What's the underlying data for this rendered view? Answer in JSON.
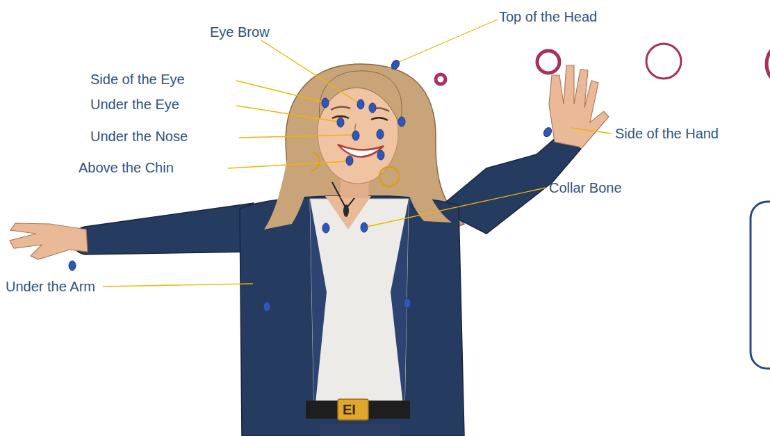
{
  "diagram": {
    "labels": [
      "Top of the Head",
      "Eye Brow",
      "Side of the Eye",
      "Under the Eye",
      "Under the Nose",
      "Above the Chin",
      "Side of the Hand",
      "Collar Bone",
      "Under the Arm",
      "EI"
    ]
  }
}
